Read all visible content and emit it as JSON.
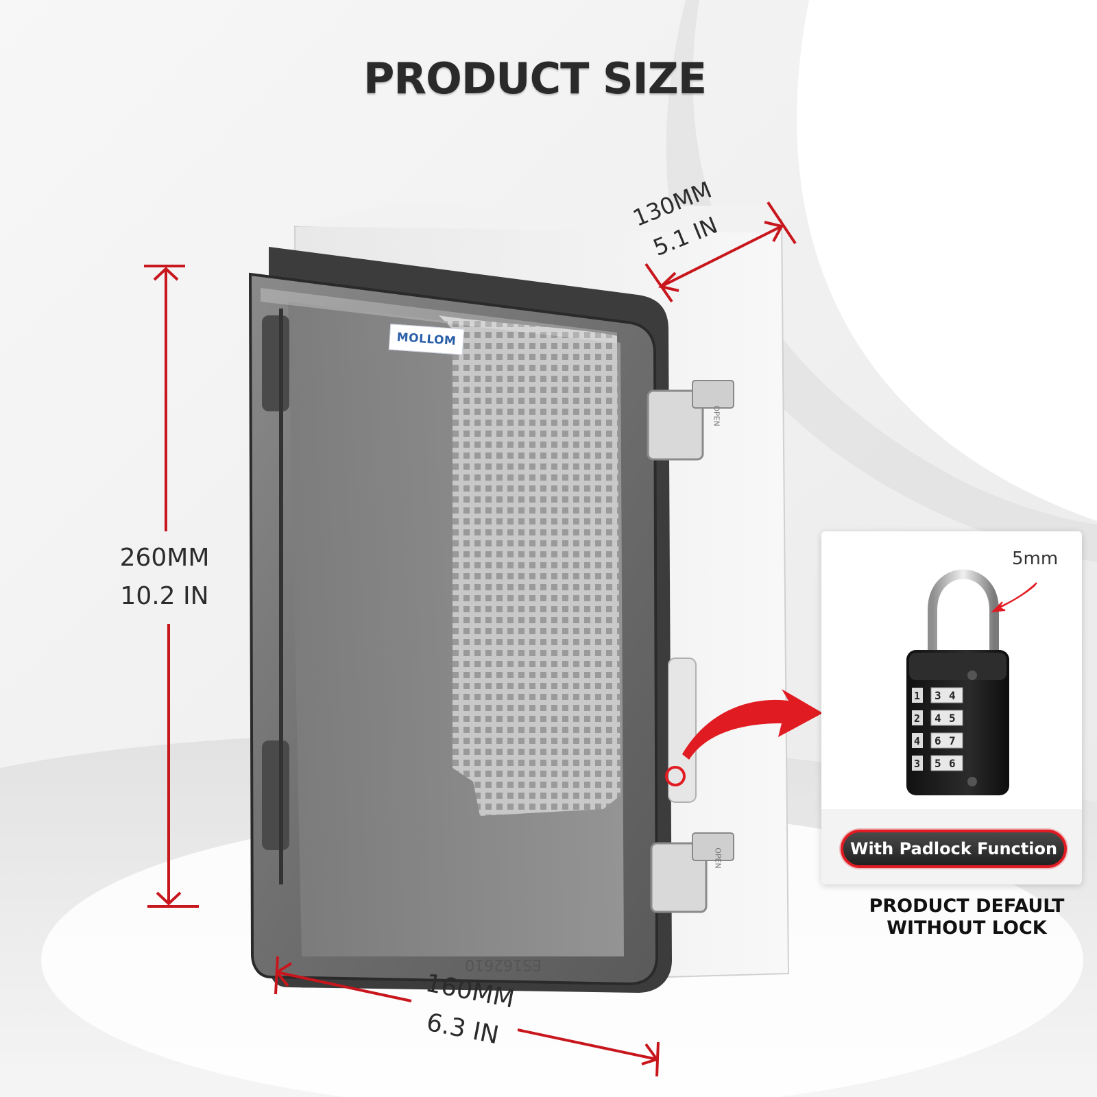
{
  "title": "PRODUCT SIZE",
  "dimensions": {
    "height": {
      "metric": "260MM",
      "imperial": "10.2 IN"
    },
    "width": {
      "metric": "160MM",
      "imperial": "6.3 IN"
    },
    "depth": {
      "metric": "130MM",
      "imperial": "5.1 IN"
    }
  },
  "inset": {
    "shackle_size": "5mm",
    "feature_label": "With Padlock Function",
    "note_line1": "PRODUCT DEFAULT",
    "note_line2": "WITHOUT LOCK",
    "dials": [
      [
        "1",
        "3",
        "4"
      ],
      [
        "2",
        "4",
        "5"
      ],
      [
        "4",
        "6",
        "7"
      ],
      [
        "3",
        "5",
        "6"
      ]
    ]
  },
  "box": {
    "brand": "MOLLOM",
    "latch_marking": "OPEN",
    "molded_code": "ES162610"
  },
  "colors": {
    "accent_red": "#e11b22",
    "dimension_line": "#c8161d",
    "text_dark": "#2a2a2a"
  }
}
